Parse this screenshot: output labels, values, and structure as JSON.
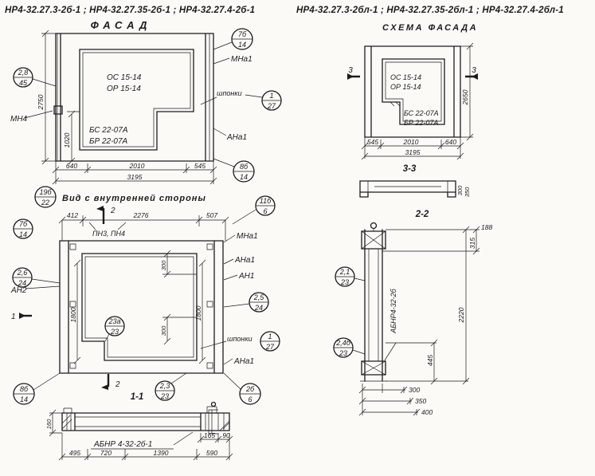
{
  "colors": {
    "ink": "#1c1c1c",
    "paper": "#fbfaf6"
  },
  "header": {
    "left": "НР4-32.27.3-2б-1 ;  НР4-32.27.35-2б-1 ;  НР4-32.27.4-2б-1",
    "right": "НР4-32.27.3-2бл-1 ;  НР4-32.27.35-2бл-1 ;  НР4-32.27.4-2бл-1"
  },
  "facade": {
    "title": "ФАСАД",
    "panel_marks_line1": "ОС 15-14",
    "panel_marks_line2": "ОР 15-14",
    "beam_marks_line1": "БС 22-07А",
    "beam_marks_line2": "БР 22-07А",
    "label_shponki": "шпонки",
    "label_mn4": "МН4",
    "label_mna1": "МНа1",
    "label_ana1": "АНа1",
    "callout_top_right": {
      "num": "7б",
      "sheet": "14"
    },
    "callout_left": {
      "num": "2,8",
      "sheet": "45"
    },
    "callout_shponki": {
      "num": "1",
      "sheet": "27"
    },
    "callout_bottom_right": {
      "num": "8б",
      "sheet": "14"
    },
    "dim_height": "2750",
    "dim_inner_height": "1020",
    "dim_b1": "640",
    "dim_b2": "2010",
    "dim_b3": "545",
    "dim_total": "3195"
  },
  "scheme": {
    "title": "СХЕМА ФАСАДА",
    "panel_marks_line1": "ОС 15-14",
    "panel_marks_line2": "ОР 15-14",
    "beam_marks_line1": "БС 22-07А",
    "beam_marks_line2": "БР 22-07А",
    "flag": "3",
    "dim_height": "2650",
    "dim_b1": "545",
    "dim_b2": "2010",
    "dim_b3": "640",
    "dim_total": "3195",
    "section_label": "3-3",
    "profile_dim1": "300",
    "profile_dim2": "350"
  },
  "inner_view": {
    "title": "Вид с внутренней стороны",
    "callout_title": {
      "num": "19б",
      "sheet": "22"
    },
    "callout_left_top": {
      "num": "7б",
      "sheet": "14"
    },
    "dim_t1": "412",
    "dim_t2": "2276",
    "dim_t3": "507",
    "label_pn": "ПН3, ПН4",
    "label_mna1": "МНа1",
    "label_ana1_top": "АНа1",
    "label_an1": "АН1",
    "label_an2": "АН2",
    "label_ana1_bottom": "АНа1",
    "label_shponki": "шпонки",
    "callout_right": {
      "num": "2,5",
      "sheet": "24"
    },
    "callout_left": {
      "num": "2,6",
      "sheet": "24"
    },
    "callout_step": {
      "num": "23а",
      "sheet": "23"
    },
    "callout_shponki": {
      "num": "1",
      "sheet": "27"
    },
    "callout_bottom_left": {
      "num": "8б",
      "sheet": "14"
    },
    "callout_bottom_center": {
      "num": "2,3",
      "sheet": "23"
    },
    "callout_bottom_right": {
      "num": "2б",
      "sheet": "6"
    },
    "callout_top_right": {
      "num": "11б",
      "sheet": "6"
    },
    "dim_v_left": "1800",
    "dim_v_right": "1800",
    "dim_s1": "300",
    "dim_s2": "300",
    "flag1": "1",
    "flag2_top": "2",
    "flag2": "2",
    "section_label": "1-1"
  },
  "section11": {
    "part_mark": "АБНР 4-32-2б-1",
    "dim_left_h": "160",
    "dim_e": "165",
    "dim_f": "90",
    "dim_b1": "495",
    "dim_b2": "720",
    "dim_b3": "1390",
    "dim_b4": "590"
  },
  "section22": {
    "label": "2-2",
    "part_mark": "АБНР4-32-2б",
    "dim_top": "188",
    "dim_315": "315",
    "dim_height": "2220",
    "dim_445": "445",
    "dim_b1": "300",
    "dim_b2": "350",
    "dim_b3": "400",
    "callout_top": {
      "num": "2,1",
      "sheet": "23"
    },
    "callout_bottom": {
      "num": "2,4б",
      "sheet": "23"
    }
  }
}
